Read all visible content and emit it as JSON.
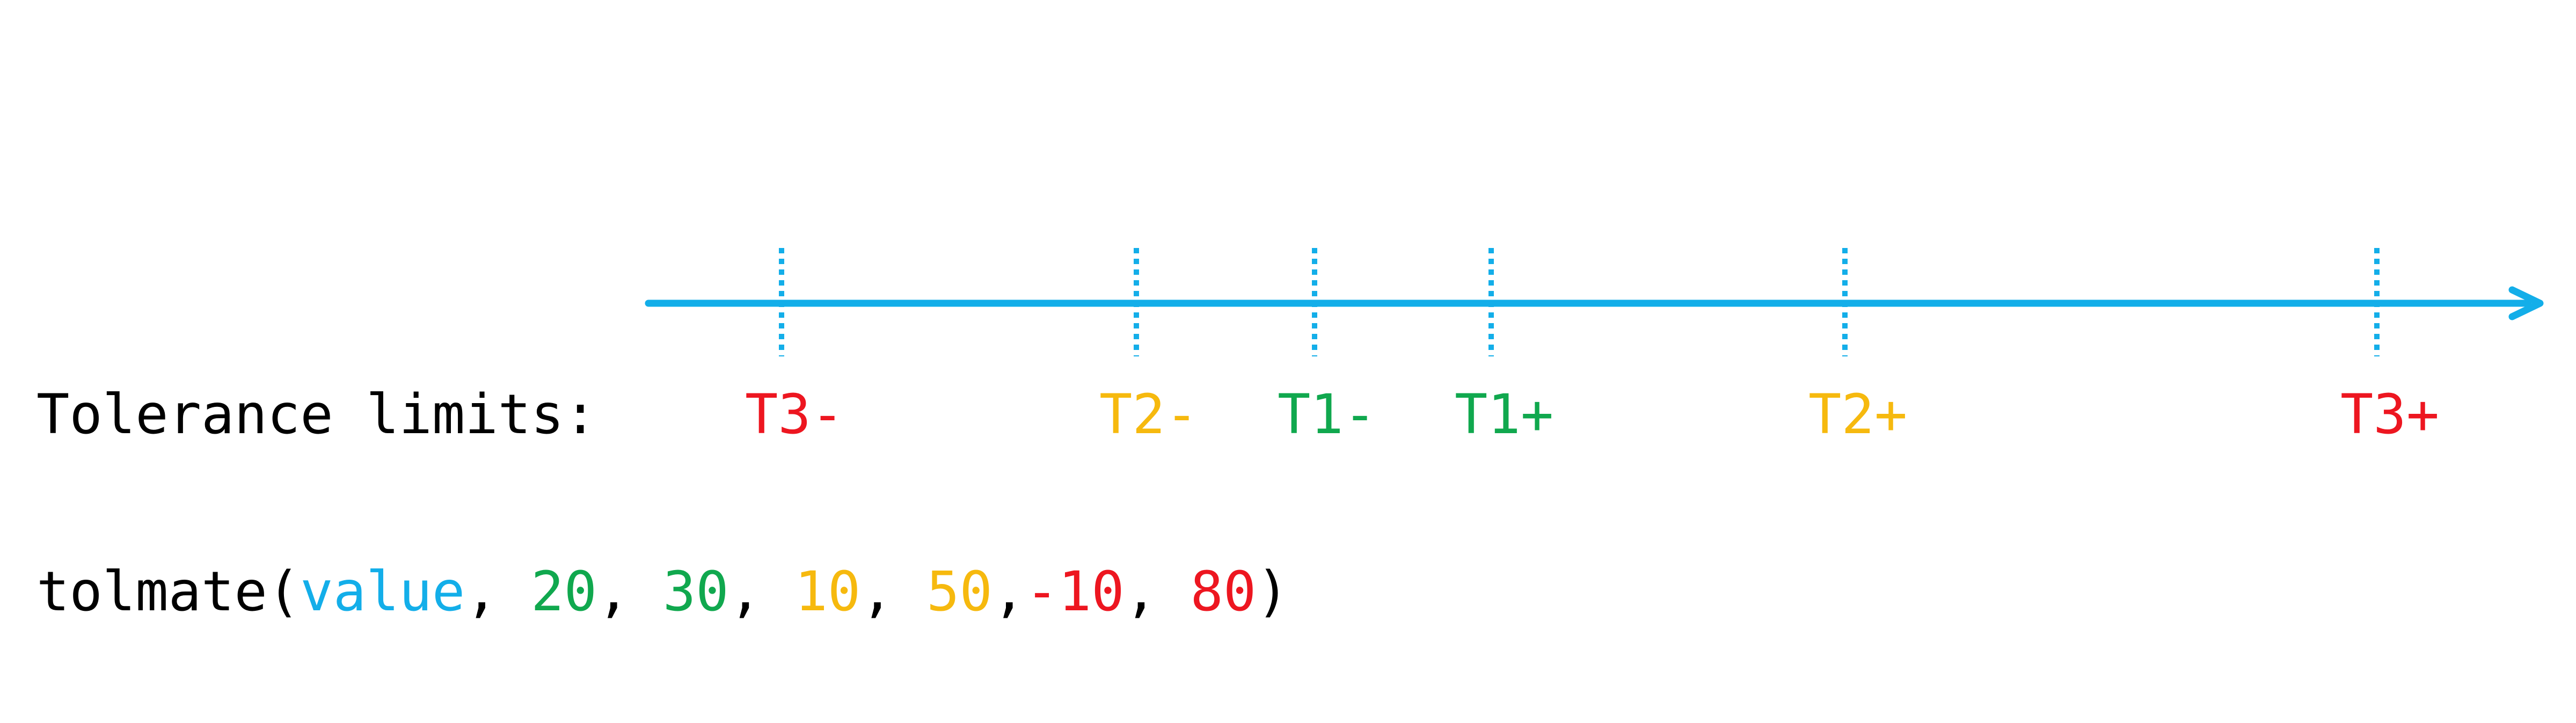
{
  "colors": {
    "axis": "#13aee9",
    "text": "#000000",
    "t1": "#10a84e",
    "t2": "#f6b90e",
    "t3": "#ed1620",
    "value": "#13aee9"
  },
  "axis": {
    "direction": "right",
    "arrow_icon": "arrow-right-icon",
    "marker_style": "dotted"
  },
  "limits_row": {
    "label": "Tolerance limits:",
    "markers": [
      {
        "label": "T3-",
        "color_key": "t3"
      },
      {
        "label": "T2-",
        "color_key": "t2"
      },
      {
        "label": "T1-",
        "color_key": "t1"
      },
      {
        "label": "T1+",
        "color_key": "t1"
      },
      {
        "label": "T2+",
        "color_key": "t2"
      },
      {
        "label": "T3+",
        "color_key": "t3"
      }
    ]
  },
  "code": {
    "func": "tolmate(",
    "arg_value": "value",
    "sep1": ", ",
    "arg_t1_low": "20",
    "sep2": ", ",
    "arg_t1_high": "30",
    "sep3": ", ",
    "arg_t2_low": "10",
    "sep4": ", ",
    "arg_t2_high": "50",
    "sep5": ",",
    "arg_t3_low": "-10",
    "sep6": ", ",
    "arg_t3_high": "80",
    "close": ")"
  }
}
